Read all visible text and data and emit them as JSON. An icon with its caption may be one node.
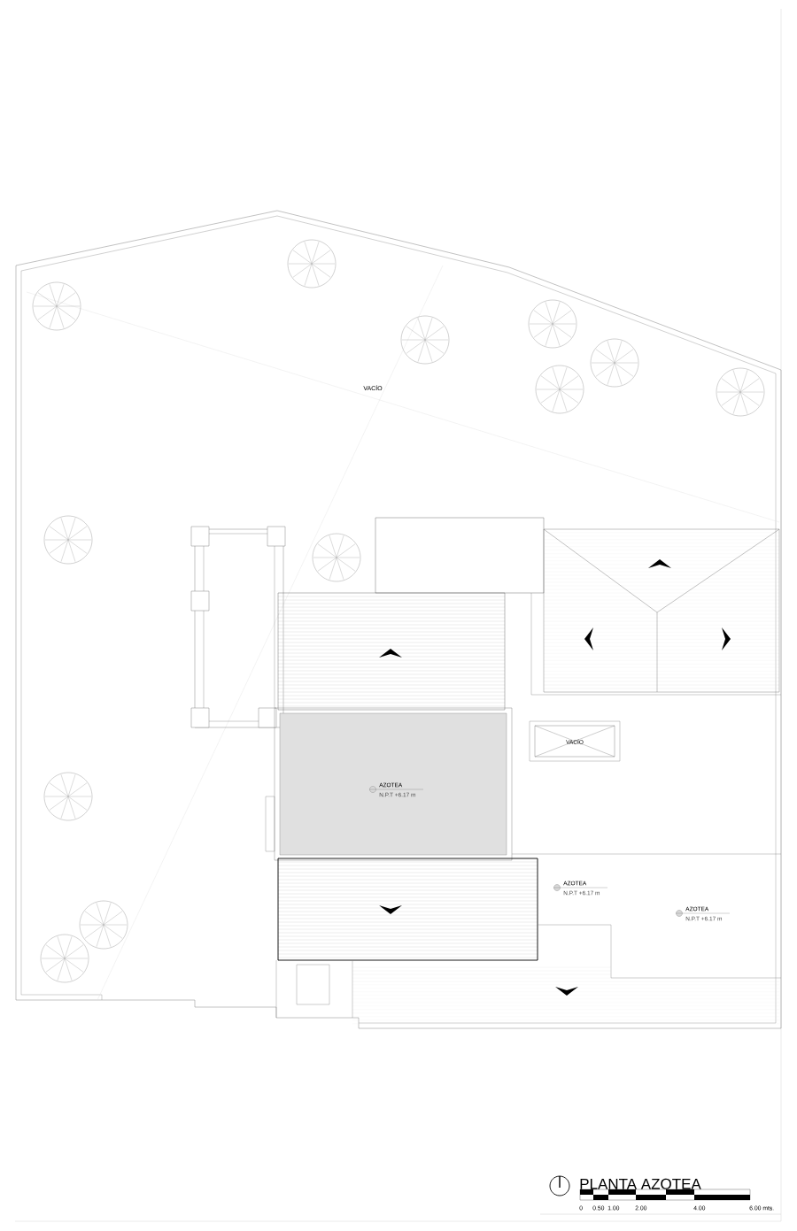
{
  "diagram": {
    "title": "PLANTA AZOTEA",
    "labels": [
      "VACÍO",
      "VACÍO",
      "AZOTEA",
      "N.P.T +6.17 m",
      "AZOTEA",
      "N.P.T +6.17 m",
      "AZOTEA",
      "N.P.T +6.17 m",
      "0",
      "0.50",
      "1.00",
      "2.00",
      "4.00",
      "6.00 mts."
    ]
  }
}
